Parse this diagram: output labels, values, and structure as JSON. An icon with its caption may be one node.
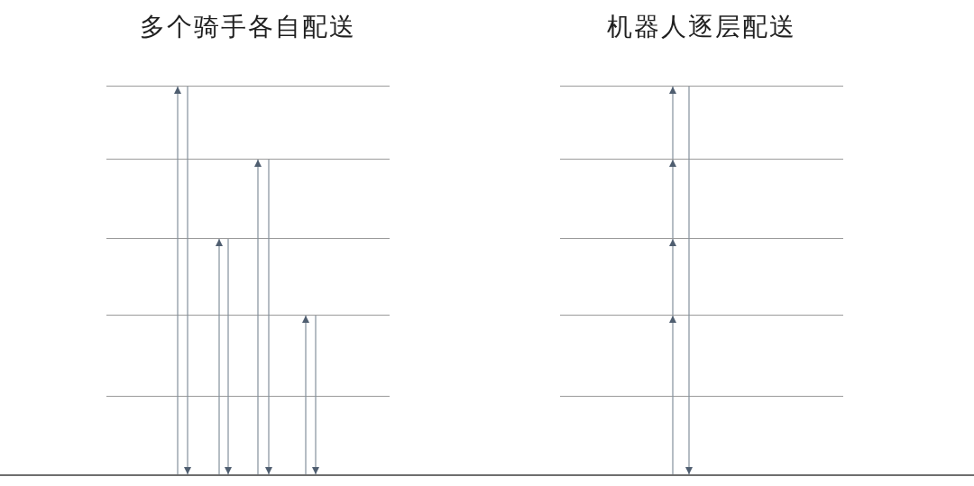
{
  "diagram": {
    "nodes": [
      {
        "text": [],
        "shape": "line"
      },
      {
        "text": [],
        "shape": "line"
      },
      {
        "text": [],
        "shape": "line"
      },
      {
        "text": [],
        "shape": "line"
      },
      {
        "text": [],
        "shape": "line"
      },
      {
        "text": [],
        "shape": "line"
      },
      {
        "text": [],
        "shape": "line"
      },
      {
        "text": [],
        "shape": "line"
      },
      {
        "text": [],
        "shape": "line"
      },
      {
        "text": [],
        "shape": "line"
      },
      {
        "text": [],
        "shape": "line"
      }
    ],
    "edges": [
      {
        "from": 10,
        "to": 0,
        "arrow": "to"
      },
      {
        "from": 0,
        "to": 10,
        "arrow": "to"
      },
      {
        "from": 10,
        "to": 1,
        "arrow": "to"
      },
      {
        "from": 1,
        "to": 10,
        "arrow": "to"
      },
      {
        "from": 10,
        "to": 2,
        "arrow": "to"
      },
      {
        "from": 2,
        "to": 10,
        "arrow": "to"
      },
      {
        "from": 10,
        "to": 3,
        "arrow": "to"
      },
      {
        "from": 3,
        "to": 10,
        "arrow": "to"
      },
      {
        "from": 10,
        "to": 8,
        "arrow": "to"
      },
      {
        "from": 8,
        "to": 7,
        "arrow": "to"
      },
      {
        "from": 7,
        "to": 6,
        "arrow": "to"
      },
      {
        "from": 6,
        "to": 5,
        "arrow": "to"
      },
      {
        "from": 5,
        "to": 10,
        "arrow": "to"
      }
    ],
    "labels": [
      "多个骑手各自配送",
      "机器人逐层配送"
    ]
  }
}
